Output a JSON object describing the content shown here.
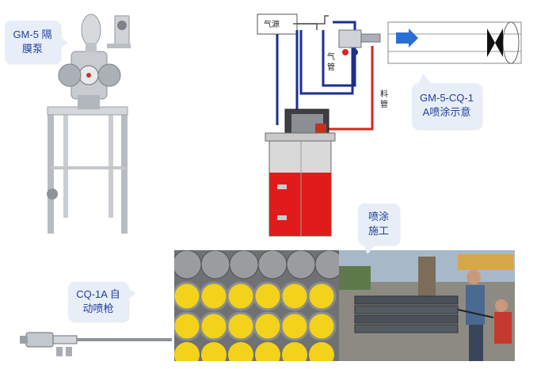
{
  "callouts": {
    "pump_label": [
      "GM-5 隔",
      "膜泵"
    ],
    "spray_schematic_label": [
      "GM-5-CQ-1",
      "A喷涂示意"
    ],
    "application_label": [
      "喷涂",
      "施工"
    ],
    "gun_label": [
      "CQ-1A 自",
      "动喷枪"
    ]
  },
  "schematic": {
    "air_source_box": "气源",
    "air_pipe_label": [
      "气",
      "管"
    ],
    "material_pipe_label": [
      "料",
      "管"
    ]
  },
  "colors": {
    "air_line": "#1b2f8f",
    "material_line": "#d7261e",
    "tank_paint": "#e11b1b",
    "bubble_bg": "#e8eef8",
    "bubble_text": "#1f3f9a",
    "pipe_yellow": "#f2d21a"
  }
}
